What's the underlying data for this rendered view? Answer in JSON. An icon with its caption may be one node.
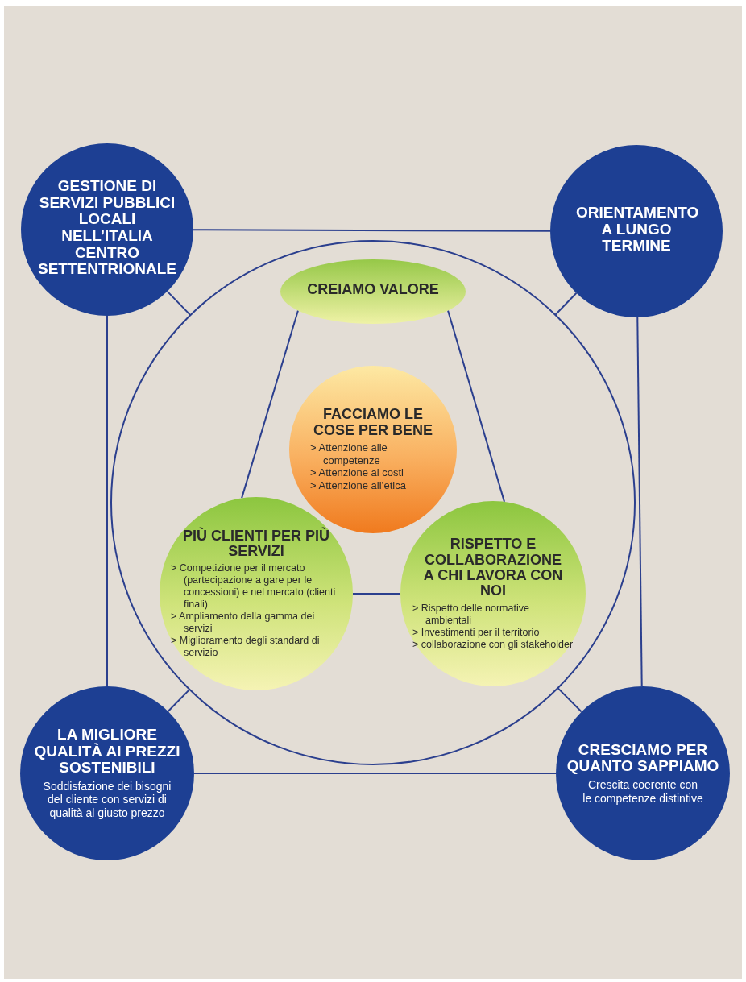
{
  "diagram": {
    "nodes": [
      {
        "text": [
          "GESTIONE DI SERVIZI PUBBLICI LOCALI NELL’ITALIA CENTRO SETTENTRIONALE"
        ]
      },
      {
        "text": [
          "ORIENTAMENTO A LUNGO TERMINE"
        ]
      },
      {
        "text": [],
        "shape": "circle"
      },
      {
        "text": [
          "CREIAMO VALORE"
        ],
        "in": 2
      },
      {
        "text": [
          "FACCIAMO LE COSE PER BENE",
          "> Attenzione alle competenze",
          "> Attenzione ai costi",
          "> Attenzione all’etica"
        ],
        "in": 2
      },
      {
        "text": [
          "PIÙ CLIENTI PER PIÙ SERVIZI",
          "> Competizione per il mercato (partecipazione a gare per le concessioni) e nel mercato (clienti finali)",
          "> Ampliamento della gamma dei servizi",
          "> Miglioramento degli standard di servizio"
        ],
        "in": 2
      },
      {
        "text": [
          "RISPETTO E COLLABORAZIONE A CHI LAVORA CON NOI",
          "> Rispetto delle normative ambientali",
          "> Investimenti per il territorio",
          "> collaborazione con gli stakeholder"
        ],
        "in": 2
      },
      {
        "text": [
          "LA MIGLIORE QUALITÀ AI PREZZI SOSTENIBILI",
          "Soddisfazione dei bisogni del cliente con servizi di qualità al giusto prezzo"
        ]
      },
      {
        "text": [
          "CRESCIAMO PER QUANTO SAPPIAMO",
          "Crescita coerente con le competenze distintive"
        ]
      }
    ],
    "edges": [
      {
        "from": 0,
        "to": 1,
        "arrow": "none"
      },
      {
        "from": 0,
        "to": 7,
        "arrow": "none"
      },
      {
        "from": 1,
        "to": 8,
        "arrow": "none"
      },
      {
        "from": 7,
        "to": 8,
        "arrow": "none"
      },
      {
        "from": 0,
        "to": 2,
        "arrow": "none"
      },
      {
        "from": 1,
        "to": 2,
        "arrow": "none"
      },
      {
        "from": 7,
        "to": 2,
        "arrow": "none"
      },
      {
        "from": 8,
        "to": 2,
        "arrow": "none"
      },
      {
        "from": 3,
        "to": 5,
        "arrow": "none"
      },
      {
        "from": 3,
        "to": 6,
        "arrow": "none"
      },
      {
        "from": 5,
        "to": 6,
        "arrow": "none"
      }
    ]
  }
}
